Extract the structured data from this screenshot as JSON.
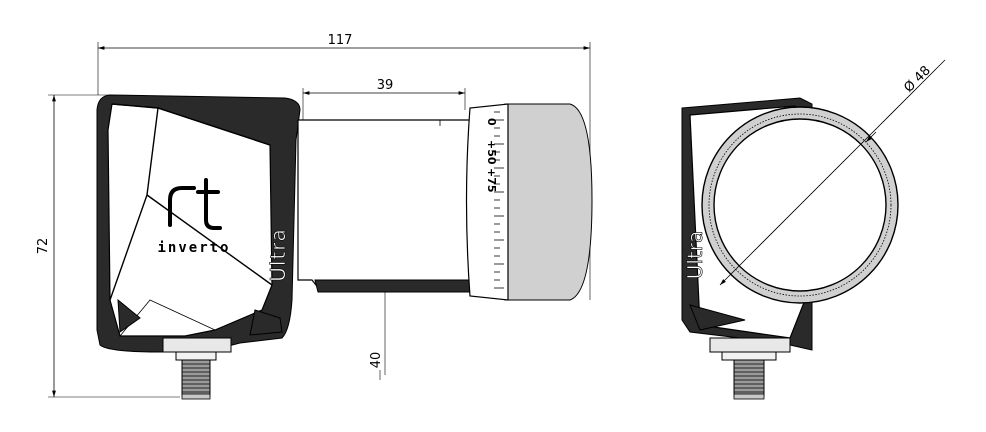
{
  "dimensions": {
    "total_length": "117",
    "neck_length": "39",
    "height": "72",
    "neck_height": "40",
    "diameter": "Ø 48"
  },
  "branding": {
    "brand": "inverto",
    "product": "Ultra"
  },
  "skew_scale": {
    "labels": [
      "0",
      "+50",
      "+75"
    ]
  }
}
